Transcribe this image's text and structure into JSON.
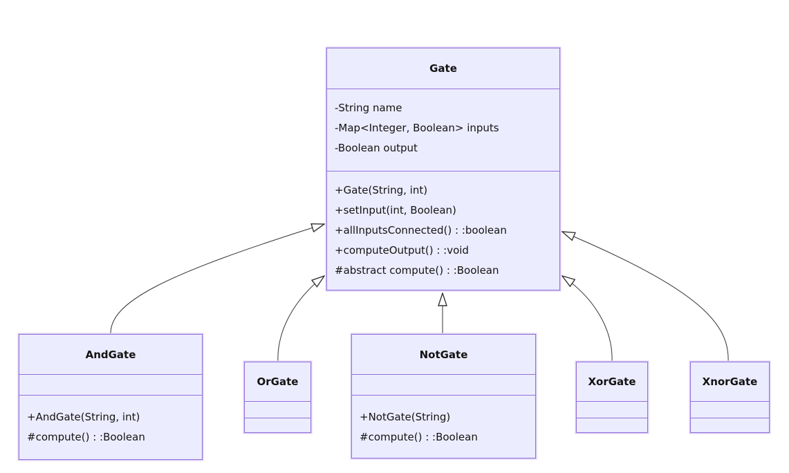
{
  "diagram": {
    "type": "uml-class-diagram",
    "background_color": "#ffffff",
    "colors": {
      "class_fill": "#ECECFF",
      "class_border": "#9370DB",
      "edge_line": "#333333",
      "arrowhead_fill": "#ffffff",
      "text": "#131313"
    },
    "classes": {
      "gate": {
        "name": "Gate",
        "attributes": {
          "0": "-String name",
          "1": "-Map<Integer, Boolean> inputs",
          "2": "-Boolean output"
        },
        "methods": {
          "0": "+Gate(String, int)",
          "1": "+setInput(int, Boolean)",
          "2": "+allInputsConnected() : :boolean",
          "3": "+computeOutput() : :void",
          "4": "#abstract compute() : :Boolean"
        }
      },
      "andgate": {
        "name": "AndGate",
        "methods": {
          "0": "+AndGate(String, int)",
          "1": "#compute() : :Boolean"
        }
      },
      "orgate": {
        "name": "OrGate"
      },
      "notgate": {
        "name": "NotGate",
        "methods": {
          "0": "+NotGate(String)",
          "1": "#compute() : :Boolean"
        }
      },
      "xorgate": {
        "name": "XorGate"
      },
      "xnorgate": {
        "name": "XnorGate"
      }
    },
    "relationships": [
      {
        "from": "AndGate",
        "to": "Gate",
        "type": "inheritance"
      },
      {
        "from": "OrGate",
        "to": "Gate",
        "type": "inheritance"
      },
      {
        "from": "NotGate",
        "to": "Gate",
        "type": "inheritance"
      },
      {
        "from": "XorGate",
        "to": "Gate",
        "type": "inheritance"
      },
      {
        "from": "XnorGate",
        "to": "Gate",
        "type": "inheritance"
      }
    ]
  }
}
